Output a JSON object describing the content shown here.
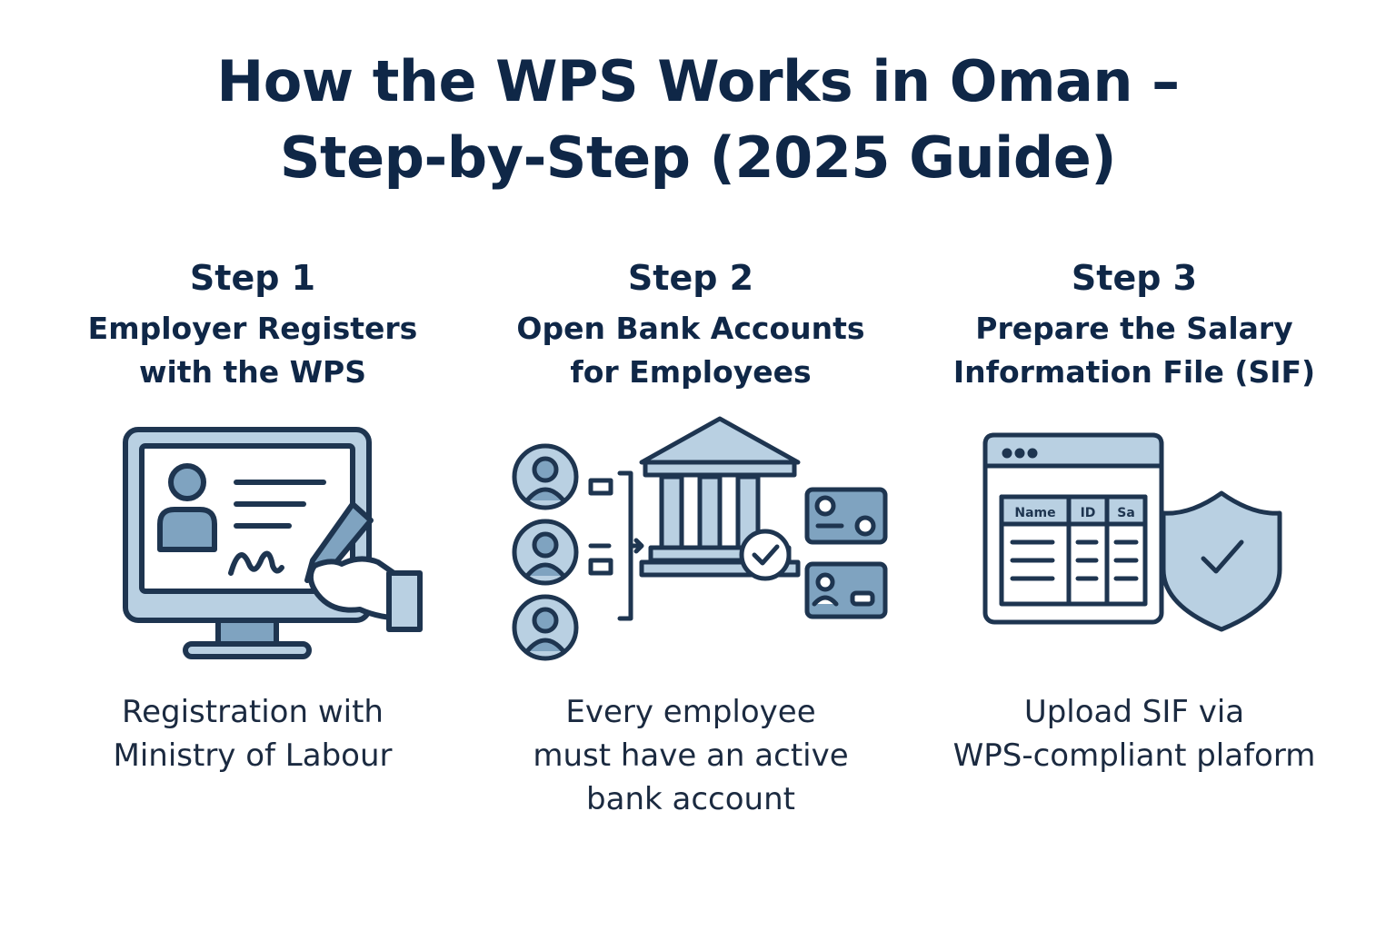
{
  "title": {
    "line1": "How the WPS Works in Oman –",
    "line2": "Step-by-Step (2025 Guide)"
  },
  "steps": [
    {
      "label": "Step 1",
      "heading": [
        "Employer Registers",
        "with the WPS"
      ],
      "description": [
        "Registration with",
        "Ministry of Labour"
      ],
      "icon": "computer-signature-icon"
    },
    {
      "label": "Step 2",
      "heading": [
        "Open Bank Accounts",
        "for Employees"
      ],
      "description": [
        "Every employee",
        "must have an active",
        "bank account"
      ],
      "icon": "bank-accounts-icon"
    },
    {
      "label": "Step 3",
      "heading": [
        "Prepare the Salary",
        "Information File (SIF)"
      ],
      "description": [
        "Upload SIF via",
        "WPS-compliant plaform"
      ],
      "icon": "salary-file-shield-icon",
      "table_headers": [
        "Name",
        "ID",
        "Sa"
      ]
    }
  ],
  "colors": {
    "navy": "#0f2747",
    "light_blue": "#b9d0e2",
    "mid_blue": "#7fa3c0",
    "outline": "#1e3550"
  }
}
